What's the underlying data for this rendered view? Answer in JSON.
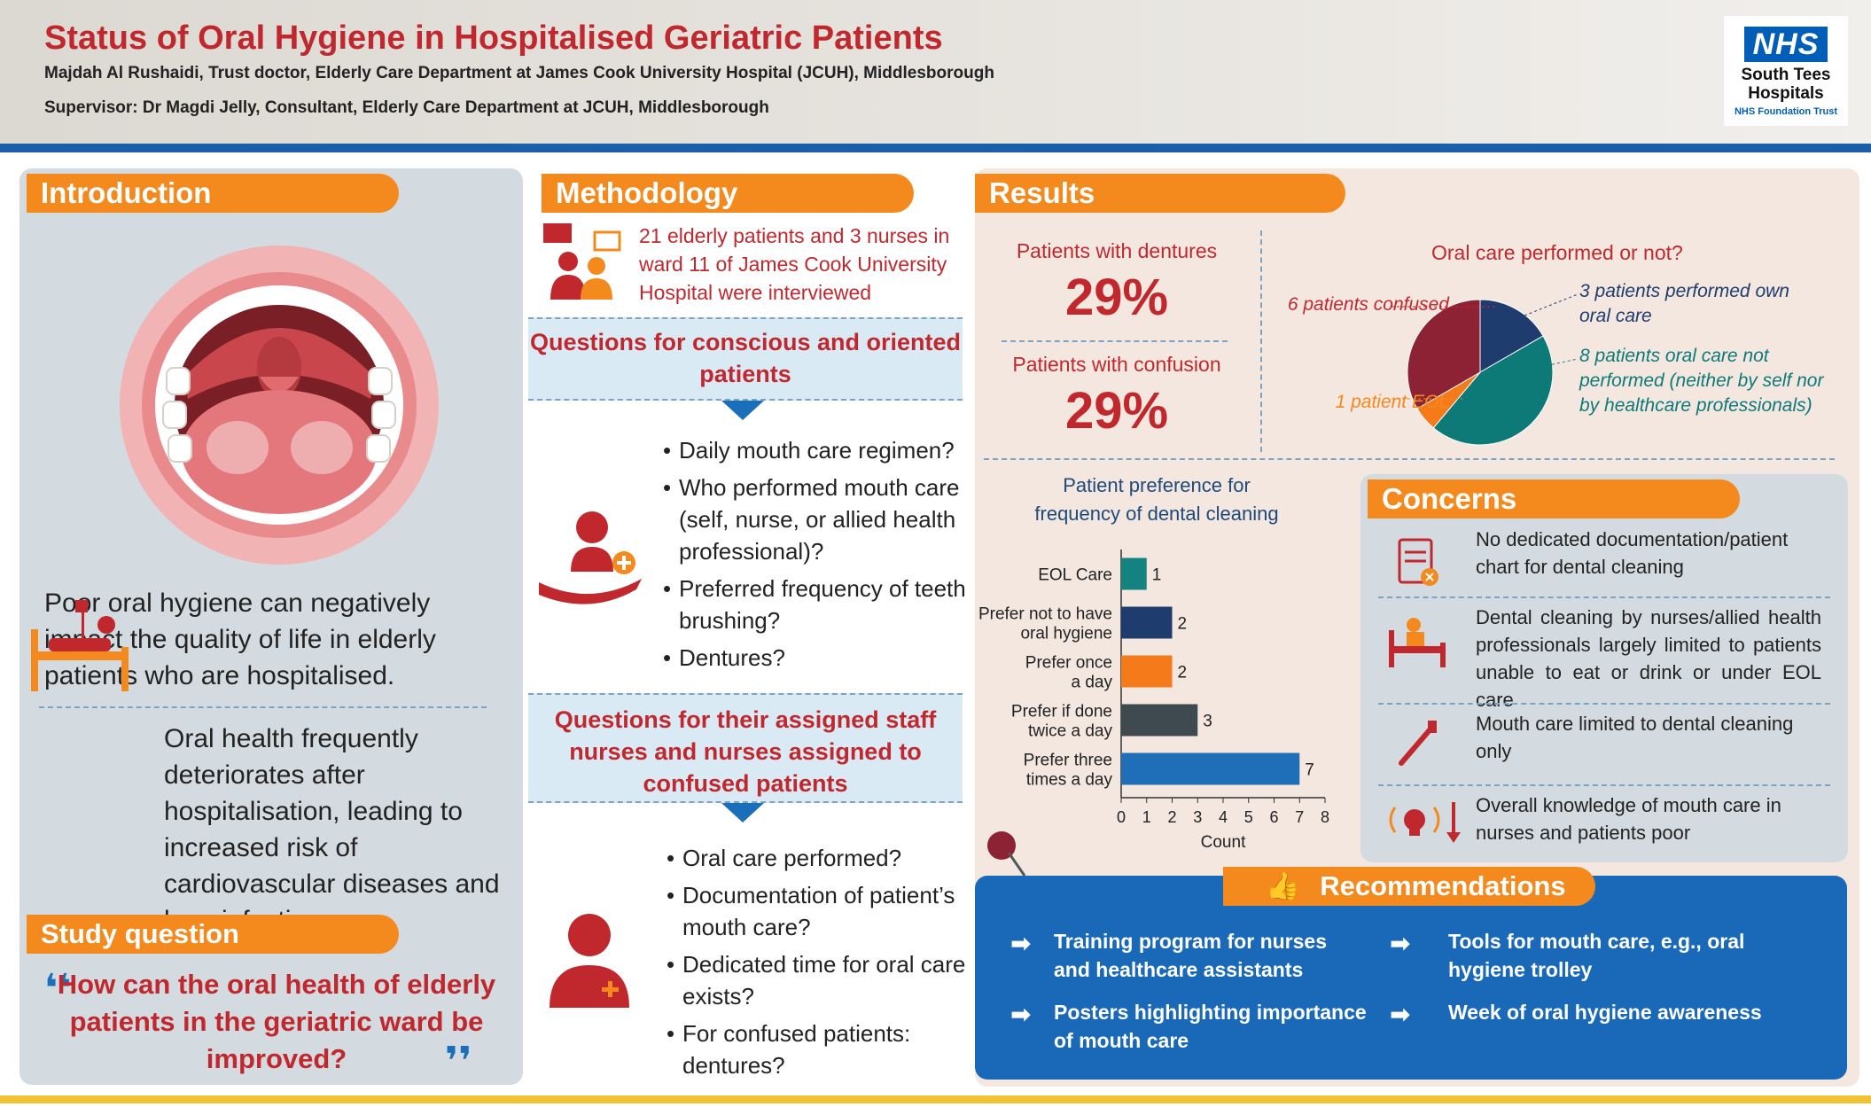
{
  "header": {
    "title": "Status of Oral Hygiene in Hospitalised Geriatric Patients",
    "author": "Majdah Al Rushaidi, Trust doctor, Elderly Care Department at James Cook University Hospital (JCUH), Middlesborough",
    "supervisor": "Supervisor: Dr Magdi Jelly,  Consultant, Elderly Care Department at JCUH, Middlesborough"
  },
  "logo": {
    "nhs": "NHS",
    "org_line1": "South Tees",
    "org_line2": "Hospitals",
    "trust": "NHS Foundation Trust"
  },
  "introduction": {
    "heading": "Introduction",
    "lead": "Poor oral hygiene can negatively impact the quality of life in elderly patients who are hospitalised.",
    "para2": "Oral health frequently deteriorates after hospitalisation, leading to increased risk of cardiovascular diseases and lung infections.",
    "study_heading": "Study question",
    "study_question": "How can the oral health of elderly patients in the geriatric ward be improved?"
  },
  "methodology": {
    "heading": "Methodology",
    "lead": "21 elderly patients and 3 nurses in ward 11 of James Cook University Hospital were interviewed",
    "q1_heading": "Questions for conscious and oriented patients",
    "q1_items": [
      "Daily mouth care regimen?",
      "Who performed mouth care (self, nurse, or allied health professional)?",
      "Preferred frequency of teeth brushing?",
      "Dentures?"
    ],
    "q2_heading": "Questions for their assigned staff nurses and nurses assigned to confused patients",
    "q2_items": [
      "Oral care performed?",
      "Documentation of patient’s mouth care?",
      "Dedicated time for oral care exists?",
      "For confused patients: dentures?"
    ]
  },
  "results": {
    "heading": "Results",
    "dentures_label": "Patients with dentures",
    "dentures_value": "29%",
    "confusion_label": "Patients with confusion",
    "confusion_value": "29%",
    "pie_title": "Oral care performed  or not?",
    "pie_labels": {
      "confused": "6 patients confused",
      "eol": "1 patient EOL",
      "own": "3 patients performed own oral care",
      "not_performed": "8 patients oral care not performed (neither by self nor by healthcare professionals)"
    },
    "bar_title": "Patient preference for frequency of dental cleaning"
  },
  "chart_data": [
    {
      "type": "pie",
      "title": "Oral care performed  or not?",
      "categories": [
        "3 patients performed own oral care",
        "8 patients oral care not performed (neither by self nor by healthcare professionals)",
        "1 patient EOL",
        "6 patients confused"
      ],
      "values": [
        3,
        8,
        1,
        6
      ],
      "colors": [
        "#1f3c6e",
        "#0e7a78",
        "#f57a1a",
        "#8c2233"
      ]
    },
    {
      "type": "bar",
      "orientation": "horizontal",
      "title": "Patient preference for frequency of dental cleaning",
      "categories": [
        "EOL Care",
        "Prefer not to have oral hygiene",
        "Prefer once  a day",
        "Prefer if done twice a day",
        "Prefer three times a day"
      ],
      "values": [
        1,
        2,
        2,
        3,
        7
      ],
      "colors": [
        "#14827e",
        "#1f3c6e",
        "#f57a1a",
        "#3f4a50",
        "#1f6fb8"
      ],
      "xlabel": "Count",
      "xlim": [
        0,
        8
      ],
      "xticks": [
        "0",
        "1",
        "2",
        "3",
        "4",
        "5",
        "6",
        "7",
        "8"
      ]
    }
  ],
  "concerns": {
    "heading": "Concerns",
    "items": [
      "No dedicated documentation/patient chart for dental cleaning",
      "Dental cleaning by nurses/allied health professionals largely limited to patients unable to eat or drink or under EOL care",
      "Mouth care limited to dental cleaning only",
      "Overall knowledge of mouth care in nurses and patients poor"
    ]
  },
  "recommendations": {
    "heading": "Recommendations",
    "items": [
      "Training program for nurses and healthcare assistants",
      "Tools for mouth care, e.g., oral hygiene trolley",
      "Posters highlighting importance of mouth care",
      "Week of oral hygiene awareness"
    ]
  }
}
